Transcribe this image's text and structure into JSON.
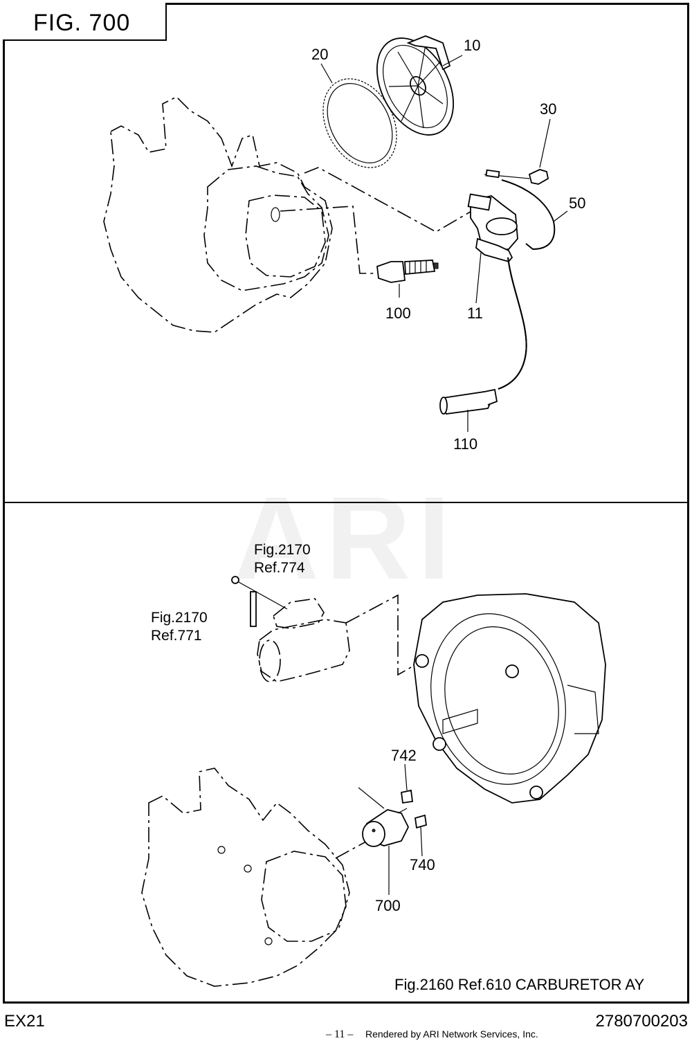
{
  "figure": {
    "title": "FIG.  700"
  },
  "watermark": "ARI",
  "callouts": {
    "c10": "10",
    "c20": "20",
    "c30": "30",
    "c50": "50",
    "c100": "100",
    "c11": "11",
    "c110": "110",
    "c742": "742",
    "c740": "740",
    "c700": "700"
  },
  "refs": {
    "ref774": "Fig.2170\nRef.774",
    "ref771": "Fig.2170\nRef.771",
    "carburetor": "Fig.2160 Ref.610 CARBURETOR AY"
  },
  "footer": {
    "model": "EX21",
    "doc_number": "2780700203",
    "page": "– 11 –",
    "rendered_by": "Rendered by ARI Network Services, Inc."
  }
}
